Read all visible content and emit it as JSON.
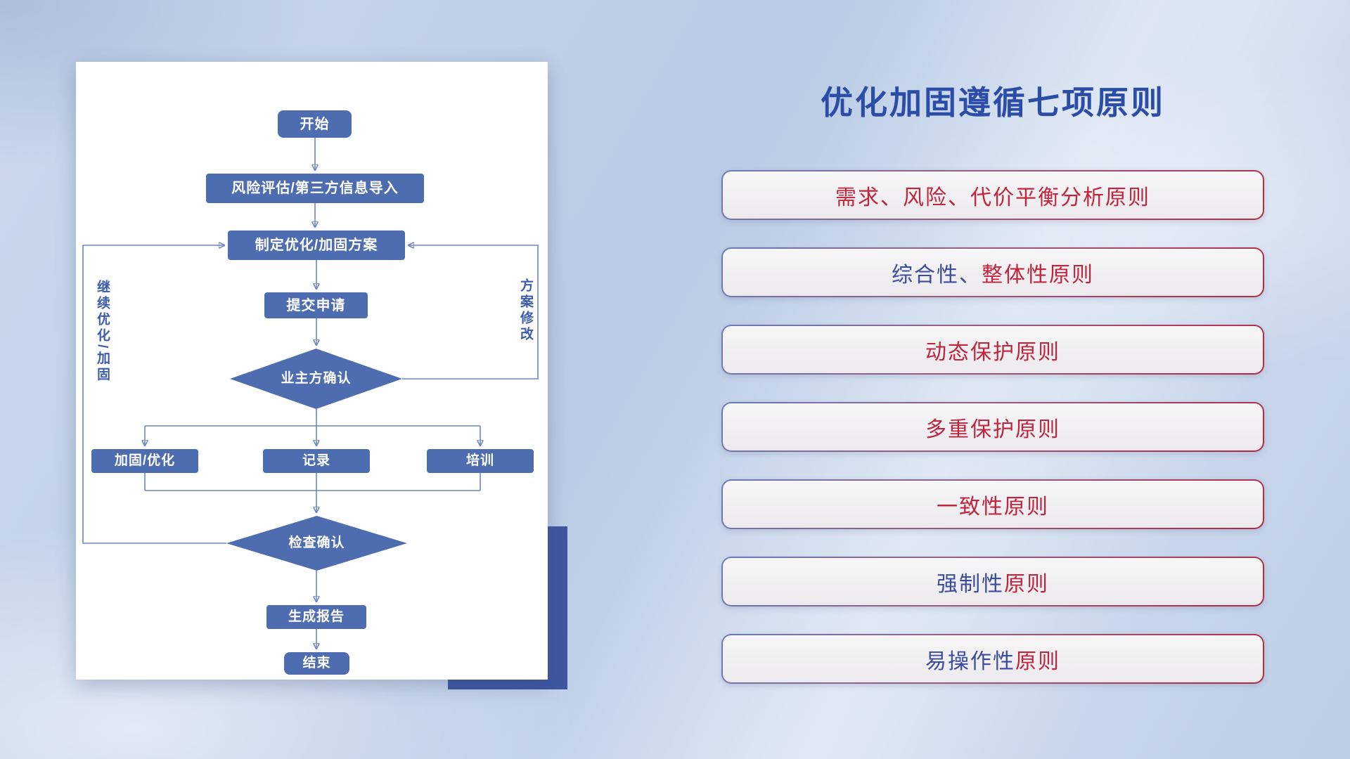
{
  "title": "优化加固遵循七项原则",
  "flowchart": {
    "nodes": {
      "start": "开始",
      "risk_import": "风险评估/第三方信息导入",
      "make_plan": "制定优化/加固方案",
      "submit": "提交申请",
      "owner_confirm": "业主方确认",
      "harden": "加固/优化",
      "record": "记录",
      "training": "培训",
      "check_confirm": "检查确认",
      "report": "生成报告",
      "end": "结束"
    },
    "edge_labels": {
      "continue_optimize": "继续优化/加固",
      "plan_modify": "方案修改"
    }
  },
  "principles": [
    {
      "segments": [
        {
          "text": "需求、风险、代价平衡分析原则",
          "color": "red"
        }
      ]
    },
    {
      "segments": [
        {
          "text": "综合性、",
          "color": "blue"
        },
        {
          "text": "整体性原则",
          "color": "red"
        }
      ]
    },
    {
      "segments": [
        {
          "text": "动态保护原则",
          "color": "red"
        }
      ]
    },
    {
      "segments": [
        {
          "text": "多重保护原则",
          "color": "red"
        }
      ]
    },
    {
      "segments": [
        {
          "text": "一致性原则",
          "color": "red"
        }
      ]
    },
    {
      "segments": [
        {
          "text": "强制性",
          "color": "blue"
        },
        {
          "text": "原则",
          "color": "red"
        }
      ]
    },
    {
      "segments": [
        {
          "text": "易操作性",
          "color": "blue"
        },
        {
          "text": "原则",
          "color": "red"
        }
      ]
    }
  ],
  "colors": {
    "node_fill": "#4e6cb0",
    "connector": "#6b87c4",
    "title_blue": "#2b4da8",
    "principle_red": "#c2233d",
    "principle_blue": "#3c4b9f"
  }
}
